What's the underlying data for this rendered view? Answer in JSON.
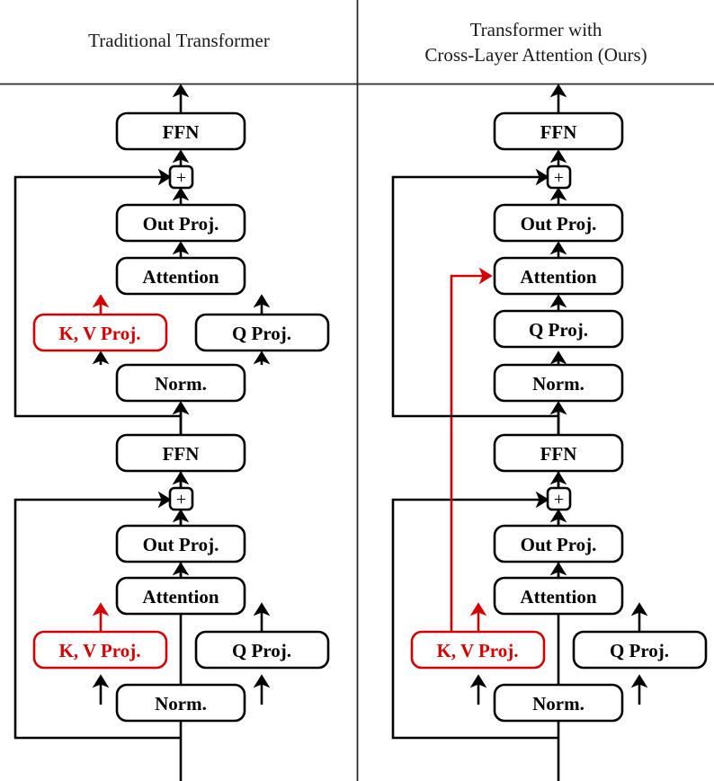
{
  "figure": {
    "type": "diagram",
    "title_left": "Traditional Transformer",
    "title_right_line1": "Transformer with",
    "title_right_line2": "Cross-Layer Attention (Ours)",
    "colors": {
      "highlight": "#d40000",
      "line": "#000000",
      "text": "#000000",
      "background": "#ffffff"
    }
  },
  "labels": {
    "ffn": "FFN",
    "out_proj": "Out Proj.",
    "attention": "Attention",
    "kv_proj": "K, V Proj.",
    "q_proj": "Q Proj.",
    "norm": "Norm.",
    "add": "+"
  },
  "panels": [
    {
      "id": "traditional",
      "title": "Traditional Transformer",
      "blocks": [
        {
          "id": "upper-layer",
          "nodes": [
            "Norm.",
            "K, V Proj.",
            "Q Proj.",
            "Attention",
            "Out Proj.",
            "+",
            "FFN"
          ],
          "highlighted": [
            "K, V Proj."
          ]
        },
        {
          "id": "lower-layer",
          "nodes": [
            "Norm.",
            "K, V Proj.",
            "Q Proj.",
            "Attention",
            "Out Proj.",
            "+",
            "FFN"
          ],
          "highlighted": [
            "K, V Proj."
          ]
        }
      ]
    },
    {
      "id": "cross-layer",
      "title": "Transformer with Cross-Layer Attention (Ours)",
      "blocks": [
        {
          "id": "upper-layer",
          "nodes": [
            "Norm.",
            "Q Proj.",
            "Attention",
            "Out Proj.",
            "+",
            "FFN"
          ],
          "highlighted": []
        },
        {
          "id": "lower-layer",
          "nodes": [
            "Norm.",
            "K, V Proj.",
            "Q Proj.",
            "Attention",
            "Out Proj.",
            "+",
            "FFN"
          ],
          "highlighted": [
            "K, V Proj."
          ]
        }
      ],
      "cross_layer_edge": {
        "from": "lower-layer K, V Proj.",
        "to": "upper-layer Attention",
        "color": "#d40000"
      }
    }
  ]
}
